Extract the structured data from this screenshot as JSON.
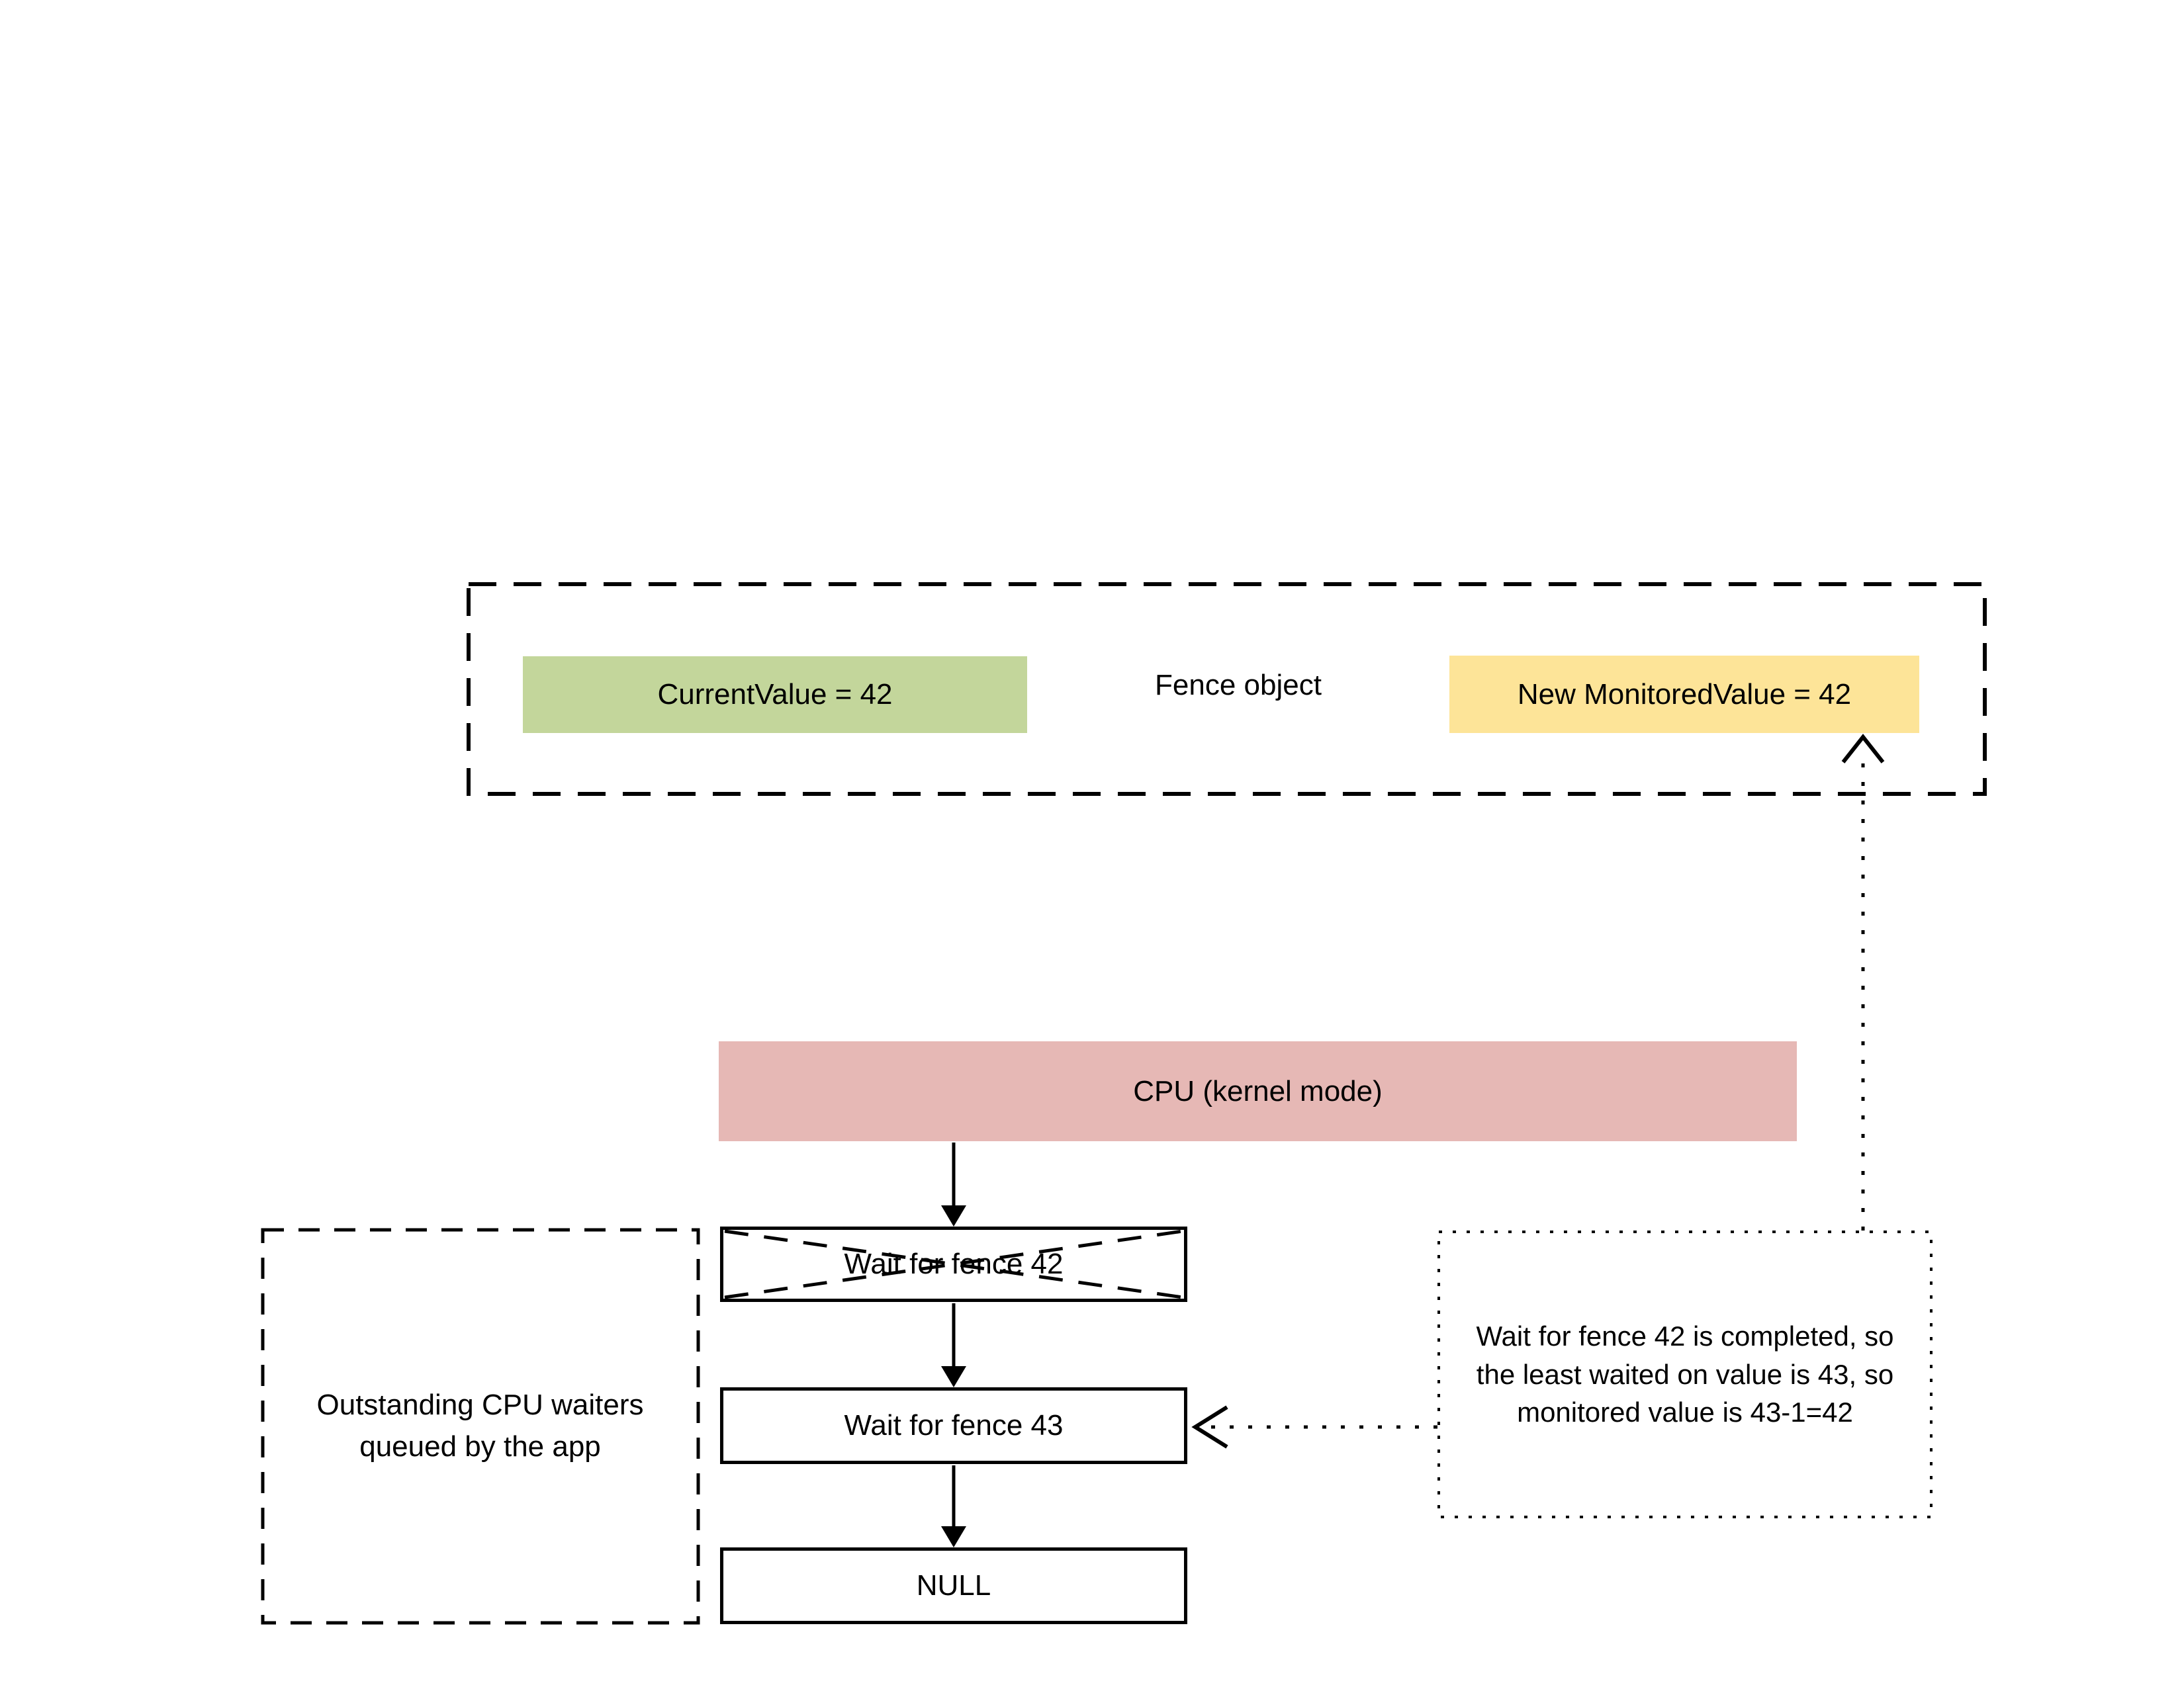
{
  "diagram": {
    "fence_object": {
      "title": "Fence object",
      "current_value": "CurrentValue = 42",
      "new_monitored_value": "New MonitoredValue = 42"
    },
    "cpu": {
      "label": "CPU (kernel mode)"
    },
    "cpu_waiter_queue": [
      {
        "label": "Wait for fence 42",
        "crossed_out": true
      },
      {
        "label": "Wait for fence 43",
        "crossed_out": false
      },
      {
        "label": "NULL",
        "crossed_out": false
      }
    ],
    "outstanding_note": {
      "lines": [
        "Outstanding CPU waiters",
        "queued by the app"
      ]
    },
    "annotation": {
      "lines": [
        "Wait for fence 42 is completed, so",
        "the least waited on value is 43, so",
        "monitored value is 43-1=42"
      ]
    },
    "colors": {
      "current_value_fill": "#c3d69b",
      "new_monitored_value_fill": "#fde498",
      "cpu_fill": "#e6b8b5",
      "line_color": "#000000"
    }
  }
}
